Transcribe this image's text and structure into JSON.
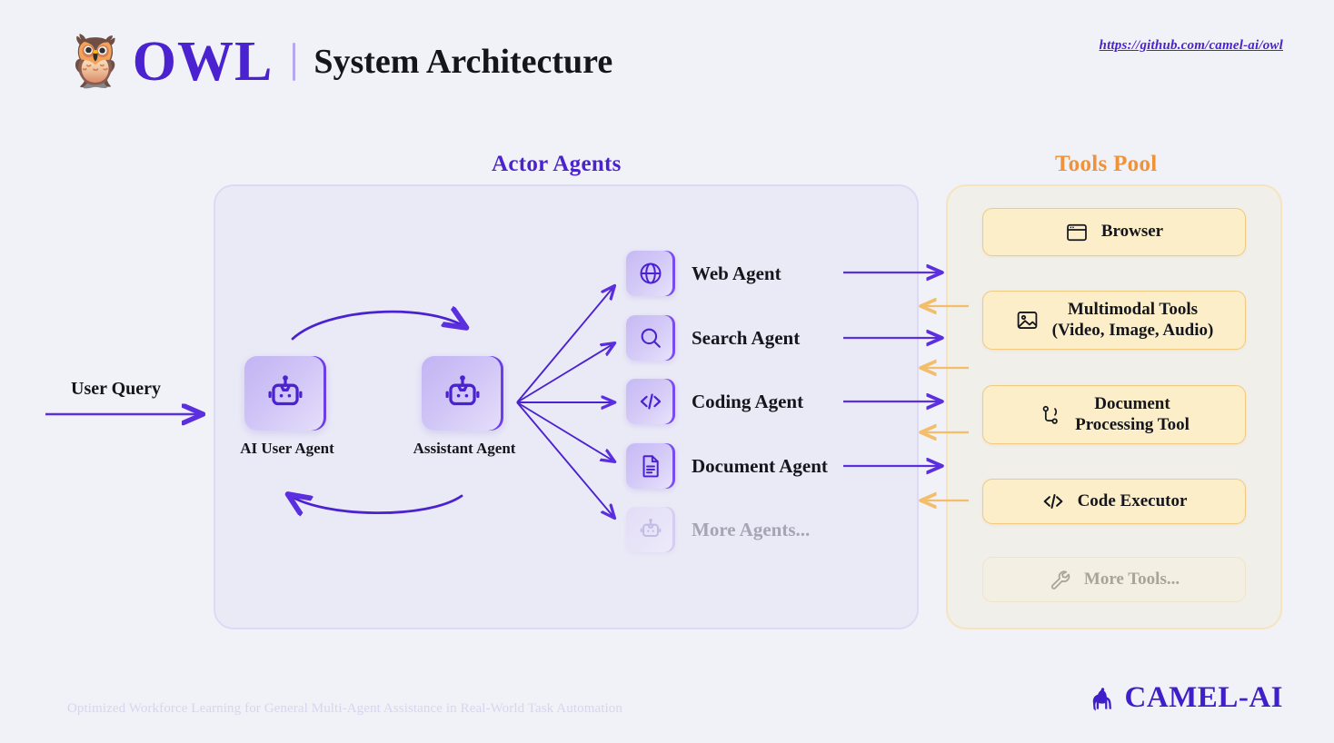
{
  "header": {
    "owl_icon": "owl-emoji",
    "brand": "OWL",
    "title": "System Architecture",
    "repo_url": "https://github.com/camel-ai/owl",
    "brand_color": "#4b22cf"
  },
  "sections": {
    "actor_agents_title": "Actor Agents",
    "tools_pool_title": "Tools Pool",
    "actor_accent": "#4b22cf",
    "tools_accent": "#ef9239"
  },
  "flow": {
    "user_query_label": "User Query",
    "request_arrow_color": "#5b2fe0",
    "response_arrow_color": "#f3bd6b"
  },
  "core_agents": [
    {
      "name": "AI User Agent",
      "icon": "robot-icon"
    },
    {
      "name": "Assistant Agent",
      "icon": "robot-icon"
    }
  ],
  "agents": [
    {
      "name": "Web Agent",
      "icon": "globe-icon",
      "muted": false
    },
    {
      "name": "Search Agent",
      "icon": "search-icon",
      "muted": false
    },
    {
      "name": "Coding Agent",
      "icon": "code-icon",
      "muted": false
    },
    {
      "name": "Document Agent",
      "icon": "document-icon",
      "muted": false
    },
    {
      "name": "More Agents...",
      "icon": "robot-icon",
      "muted": true
    }
  ],
  "tools": [
    {
      "label_line1": "Browser",
      "label_line2": "",
      "icon": "browser-icon",
      "muted": false
    },
    {
      "label_line1": "Multimodal Tools",
      "label_line2": "(Video, Image, Audio)",
      "icon": "image-icon",
      "muted": false
    },
    {
      "label_line1": "Document",
      "label_line2": "Processing Tool",
      "icon": "git-branch-icon",
      "muted": false
    },
    {
      "label_line1": "Code Executor",
      "label_line2": "",
      "icon": "code-icon",
      "muted": false
    },
    {
      "label_line1": "More Tools...",
      "label_line2": "",
      "icon": "wrench-icon",
      "muted": true
    }
  ],
  "footer": {
    "tagline": "Optimized Workforce Learning for General Multi-Agent Assistance in Real-World Task Automation",
    "logo_text": "CAMEL-AI",
    "logo_icon": "camel-icon"
  }
}
